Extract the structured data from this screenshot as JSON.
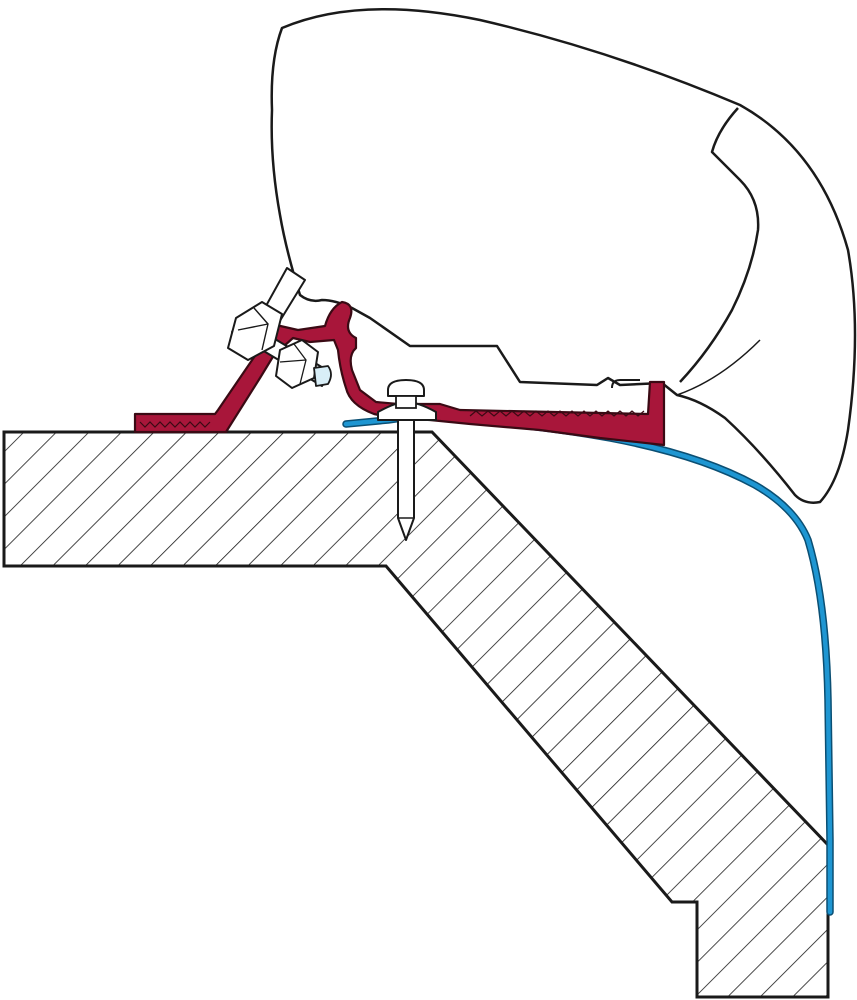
{
  "diagram": {
    "colors": {
      "outline": "#1a1a1a",
      "bracket": "#a8163a",
      "bracket_stroke": "#3a0a14",
      "seal": "#1e96d2",
      "seal_stroke": "#0b4f73",
      "hatch": "#1a1a1a",
      "hardware": "#ffffff",
      "washer_tint": "#d8eef7",
      "background": "#ffffff"
    },
    "parts": [
      "awning-cassette",
      "mounting-bracket",
      "clamp-bolt",
      "screw",
      "seal-strip",
      "wall-section"
    ]
  }
}
